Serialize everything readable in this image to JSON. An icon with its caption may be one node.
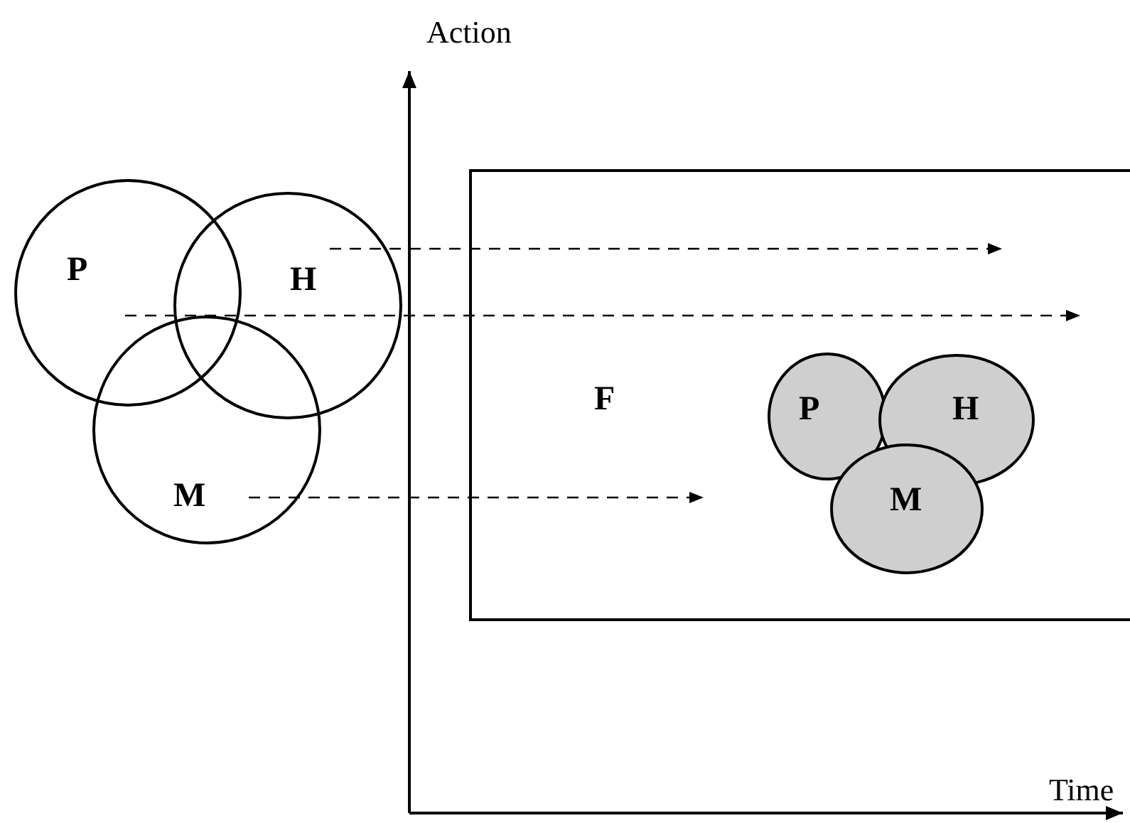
{
  "diagram": {
    "nodes": [
      {
        "text": [
          "P"
        ]
      },
      {
        "text": [
          "H"
        ]
      },
      {
        "text": [
          "M"
        ]
      },
      {
        "text": [
          "F"
        ]
      },
      {
        "text": [
          "P"
        ],
        "in": 3
      },
      {
        "text": [
          "H"
        ],
        "in": 3
      },
      {
        "text": [
          "M"
        ],
        "in": 3
      }
    ],
    "edges": [
      {
        "from": 1,
        "to": null,
        "arrow": "to",
        "style": "dashed"
      },
      {
        "from": 0,
        "to": null,
        "arrow": "to",
        "style": "dashed"
      },
      {
        "from": 2,
        "to": null,
        "arrow": "to",
        "style": "dashed"
      }
    ],
    "labels": [
      "Action",
      "Time"
    ]
  }
}
